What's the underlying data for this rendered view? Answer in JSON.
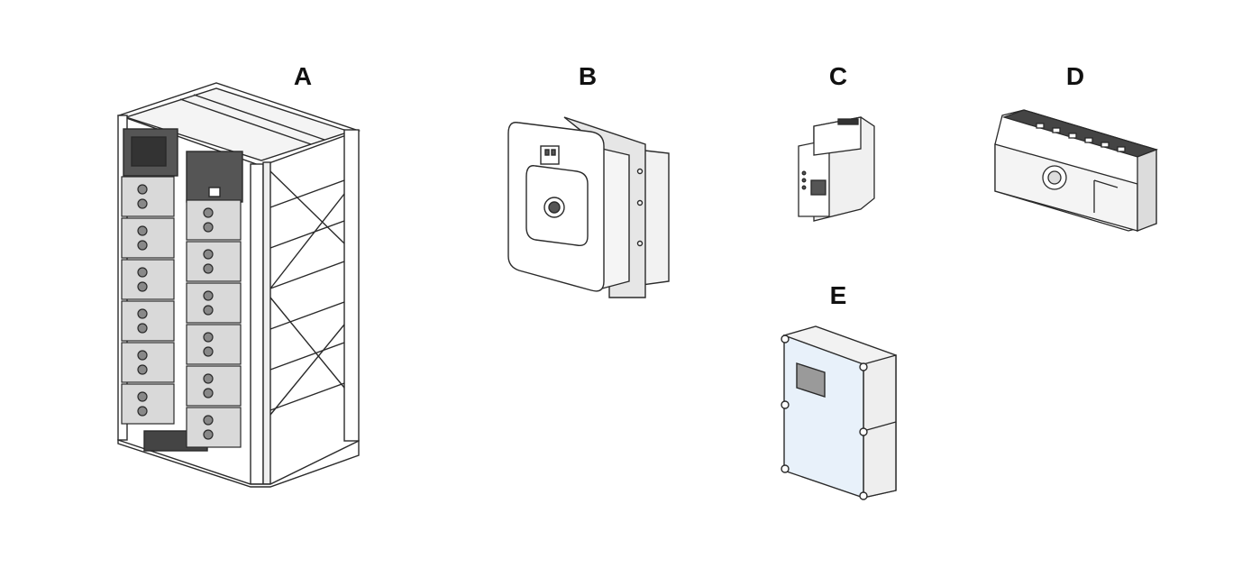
{
  "figure": {
    "labels": {
      "a": "A",
      "b": "B",
      "c": "C",
      "d": "D",
      "e": "E"
    },
    "colors": {
      "line": "#2a2a2a",
      "module_fill": "#d9d9d9",
      "dark_panel": "#555555",
      "window_fill": "#e8f1fa",
      "label_plate": "#9a9a9a"
    },
    "items": [
      {
        "label": "A",
        "icon": "battery-rack-cabinet-icon"
      },
      {
        "label": "B",
        "icon": "wall-inverter-icon"
      },
      {
        "label": "C",
        "icon": "din-rail-meter-icon"
      },
      {
        "label": "D",
        "icon": "din-rail-controller-icon"
      },
      {
        "label": "E",
        "icon": "enclosure-box-icon"
      }
    ]
  }
}
